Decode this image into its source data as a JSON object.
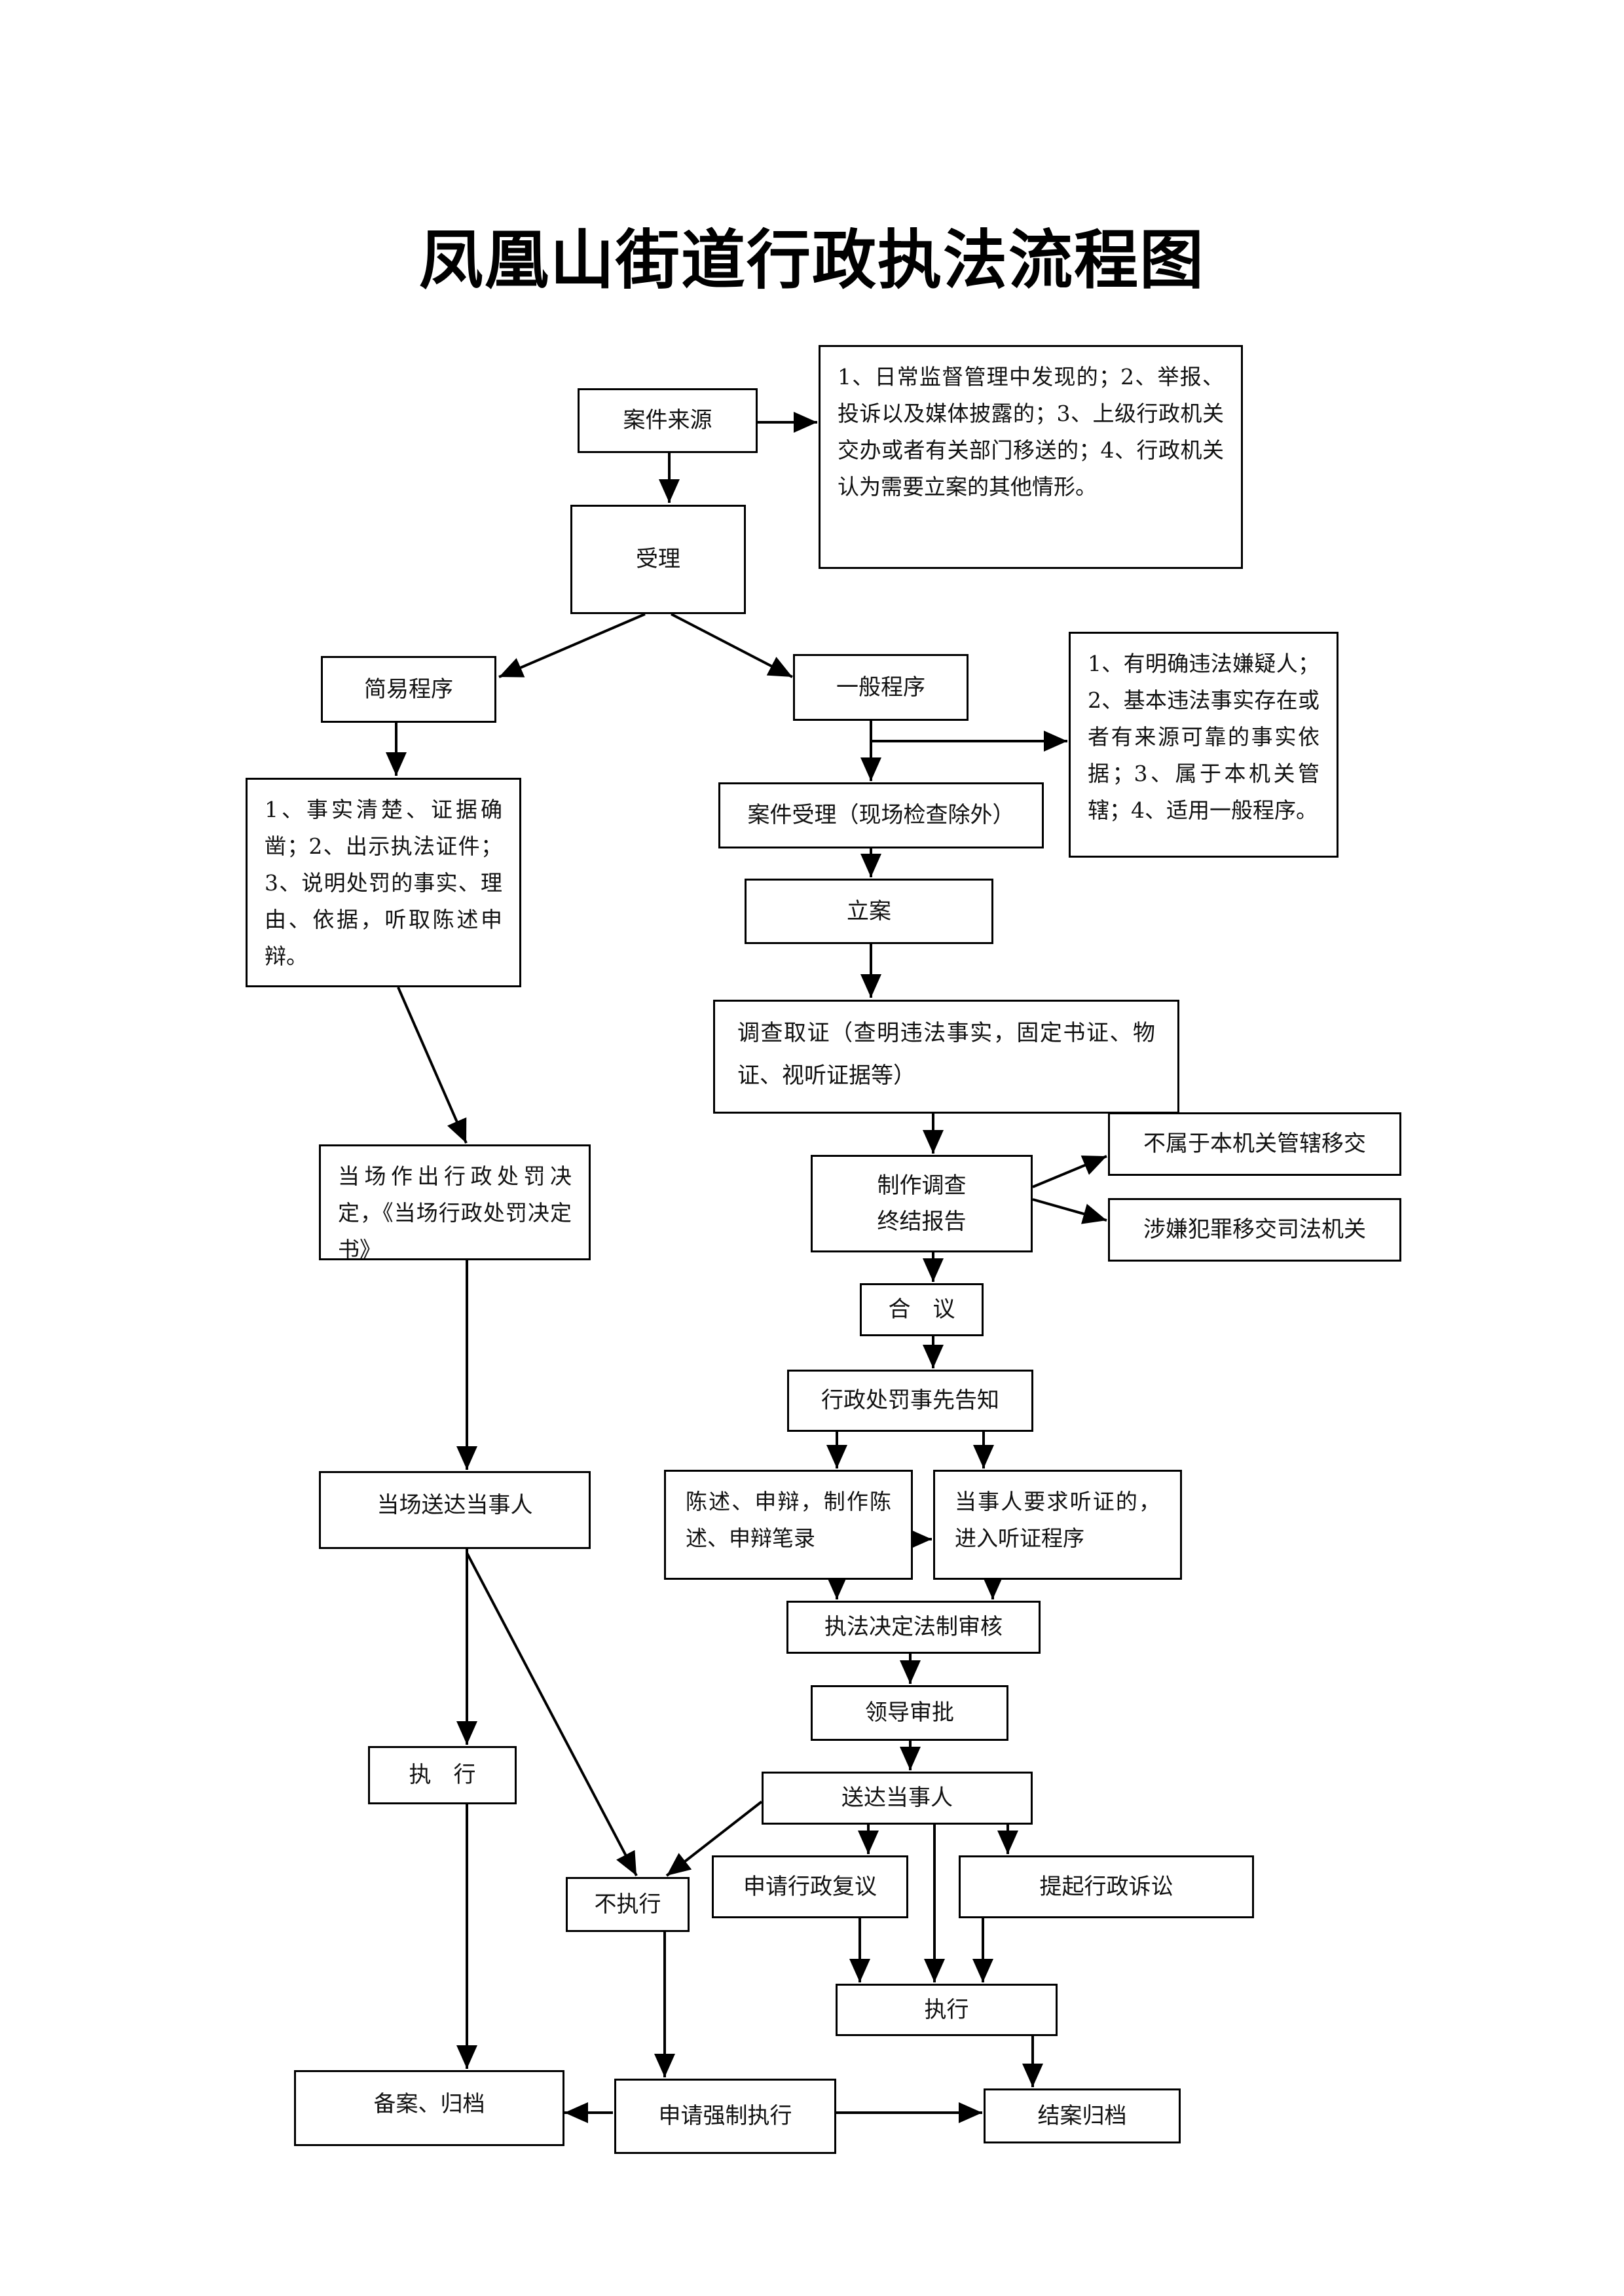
{
  "title": "凤凰山街道行政执法流程图",
  "nodes": {
    "source": "案件来源",
    "source_note": "1、日常监督管理中发现的；2、举报、投诉以及媒体披露的；3、上级行政机关交办或者有关部门移送的；4、行政机关认为需要立案的其他情形。",
    "accept": "受理",
    "simple": "简易程序",
    "general": "一般程序",
    "general_note": "1、有明确违法嫌疑人；2、基本违法事实存在或者有来源可靠的事实依据；3、属于本机关管辖；4、适用一般程序。",
    "simple_note": "1、事实清楚、证据确凿；2、出示执法证件；3、说明处罚的事实、理由、依据，听取陈述申辩。",
    "case_accept": "案件受理（现场检查除外）",
    "file_case": "立案",
    "investigate": "调查取证（查明违法事实，固定书证、物证、视听证据等）",
    "onsite_decision": "当场作出行政处罚决定，《当场行政处罚决定书》",
    "report_line1": "制作调查",
    "report_line2": "终结报告",
    "transfer_jurisdiction": "不属于本机关管辖移交",
    "transfer_judicial": "涉嫌犯罪移交司法机关",
    "discuss": "合　议",
    "prior_notice": "行政处罚事先告知",
    "statement": "陈述、申辩，制作陈述、申辩笔录",
    "hearing": "当事人要求听证的，进入听证程序",
    "onsite_deliver": "当场送达当事人",
    "legal_review": "执法决定法制审核",
    "leader_approve": "领导审批",
    "deliver": "送达当事人",
    "execute_left": "执　行",
    "not_execute": "不执行",
    "apply_review": "申请行政复议",
    "file_lawsuit": "提起行政诉讼",
    "execute_right": "执行",
    "archive": "备案、归档",
    "force_execute": "申请强制执行",
    "close_archive": "结案归档"
  }
}
